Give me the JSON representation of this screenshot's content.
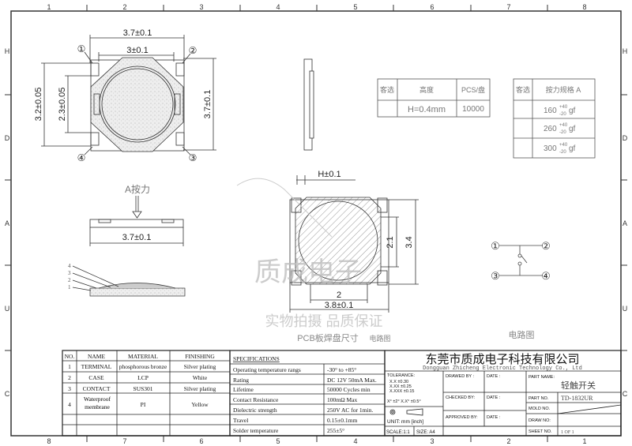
{
  "frame": {
    "columns_top": [
      "1",
      "2",
      "3",
      "4",
      "5",
      "6",
      "7",
      "8"
    ],
    "columns_bottom": [
      "8",
      "7",
      "6",
      "5",
      "4",
      "3",
      "2",
      "1"
    ],
    "rows_left": [
      "H",
      "D",
      "A",
      "U",
      "C"
    ],
    "rows_right": [
      "H",
      "D",
      "A",
      "U",
      "C"
    ]
  },
  "top_view": {
    "width_outer": "3.7±0.1",
    "width_inner": "3±0.1",
    "height_left_outer": "3.2±0.05",
    "height_left_inner": "2.3±0.05",
    "height_right": "3.7±0.1",
    "pins": [
      "①",
      "②",
      "③",
      "④"
    ]
  },
  "press_view": {
    "force_label": "A按力",
    "width": "3.7±0.1"
  },
  "layers_view": {
    "callouts": [
      "4",
      "3",
      "2",
      "1"
    ]
  },
  "pcb_view": {
    "h_dim": "H±0.1",
    "dim_inner_v": "2.1",
    "dim_outer_v": "3.4",
    "dim_inner_h": "2",
    "dim_outer_h": "3.8±0.1",
    "caption": "PCB板焊盘尺寸",
    "caption_small": "电路图"
  },
  "watermark": {
    "brand": "质成电子",
    "slogan": "实物拍摄 品质保证"
  },
  "circuit": {
    "pins": [
      "①",
      "②",
      "③",
      "④"
    ],
    "caption": "电路图"
  },
  "height_table": {
    "headers": [
      "客选",
      "高度",
      "PCS/盘"
    ],
    "rows": [
      [
        "",
        "H=0.4mm",
        "10000"
      ]
    ]
  },
  "force_table": {
    "headers": [
      "客选",
      "按力规格 A"
    ],
    "rows": [
      {
        "base": "160",
        "sup": "+40",
        "sub": "-20",
        "unit": "gf"
      },
      {
        "base": "260",
        "sup": "+40",
        "sub": "-20",
        "unit": "gf"
      },
      {
        "base": "300",
        "sup": "+40",
        "sub": "-20",
        "unit": "gf"
      }
    ]
  },
  "bom": {
    "headers": [
      "NO.",
      "NAME",
      "MATERIAL",
      "FINISHING"
    ],
    "rows": [
      [
        "1",
        "TERMINAL",
        "phosphorous bronze",
        "Silver plating"
      ],
      [
        "2",
        "CASE",
        "LCP",
        "White"
      ],
      [
        "3",
        "CONTACT",
        "SUS301",
        "Silver plating"
      ],
      [
        "4",
        "Waterproof membrane",
        "PI",
        "Yellow"
      ]
    ]
  },
  "specs": {
    "title": "SPECIFICATIONS",
    "rows": [
      [
        "Operating temperature rangs",
        "-30° to +85°"
      ],
      [
        "Rating",
        "DC 12V 50mA Max."
      ],
      [
        "Lifetime",
        "50000 Cycles min"
      ],
      [
        "Contact Resistance",
        "100mΩ Max"
      ],
      [
        "Dielectric strength",
        "250V AC for 1min."
      ],
      [
        "Travel",
        "0.15±0.1mm"
      ],
      [
        "Solder temperature",
        "255±5°"
      ]
    ]
  },
  "title_block": {
    "company_cn": "东莞市质成电子科技有限公司",
    "company_en": "Dongguan Zhicheng Electronic Technology Co., Ltd",
    "tolerance_label": "TOLERANCE:",
    "tolerances": [
      "X.X    ±0.30",
      "X.XX   ±0.25",
      "X.XXX  ±0.15"
    ],
    "angle_tol": "X° ±2°    X.X° ±0.5°",
    "unit": "UNIT: mm [inch]",
    "scale": "SCALE:1:1",
    "size": "SIZE: A4",
    "drawed_by": "DRAWED BY :",
    "checked_by": "CHECKED BY:",
    "approved_by": "APPROVED BY:",
    "date": "DATE :",
    "part_name_label": "PART NAME:",
    "part_name": "轻触开关",
    "part_no_label": "PART NO.",
    "part_no": "TD-1832UR",
    "mold_no_label": "MOLD NO.",
    "draw_no_label": "DRAW NO:",
    "sheet_no_label": "SHEET NO.",
    "sheet_no": "1 OF 1"
  }
}
